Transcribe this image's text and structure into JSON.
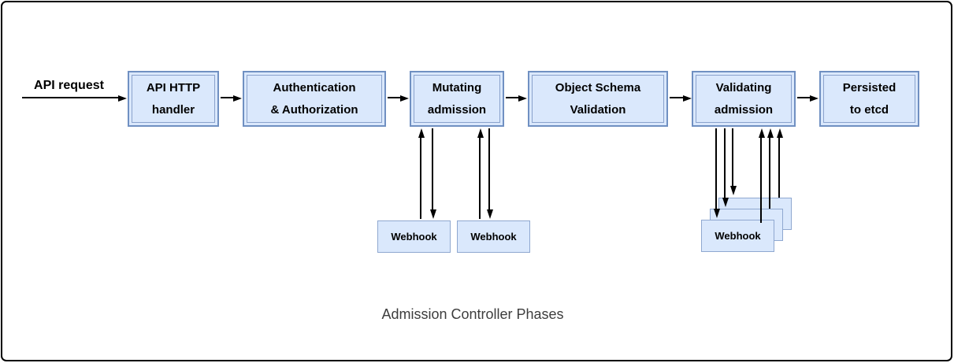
{
  "diagram": {
    "caption": "Admission Controller Phases",
    "start": {
      "label": "API request"
    },
    "phases": [
      {
        "label": "API HTTP\nhandler"
      },
      {
        "label": "Authentication\n& Authorization"
      },
      {
        "label": "Mutating\nadmission"
      },
      {
        "label": "Object Schema\nValidation"
      },
      {
        "label": "Validating\nadmission"
      },
      {
        "label": "Persisted\nto etcd"
      }
    ],
    "mutating_webhooks": [
      {
        "label": "Webhook"
      },
      {
        "label": "Webhook"
      }
    ],
    "validating_webhooks": {
      "front_label": "Webhook"
    },
    "colors": {
      "box_fill": "#dae8fc",
      "box_border": "#7090c2",
      "webhook_border": "#8fa8d0",
      "arrow": "#000000",
      "frame": "#000000",
      "caption_text": "#3d3d3d"
    }
  }
}
